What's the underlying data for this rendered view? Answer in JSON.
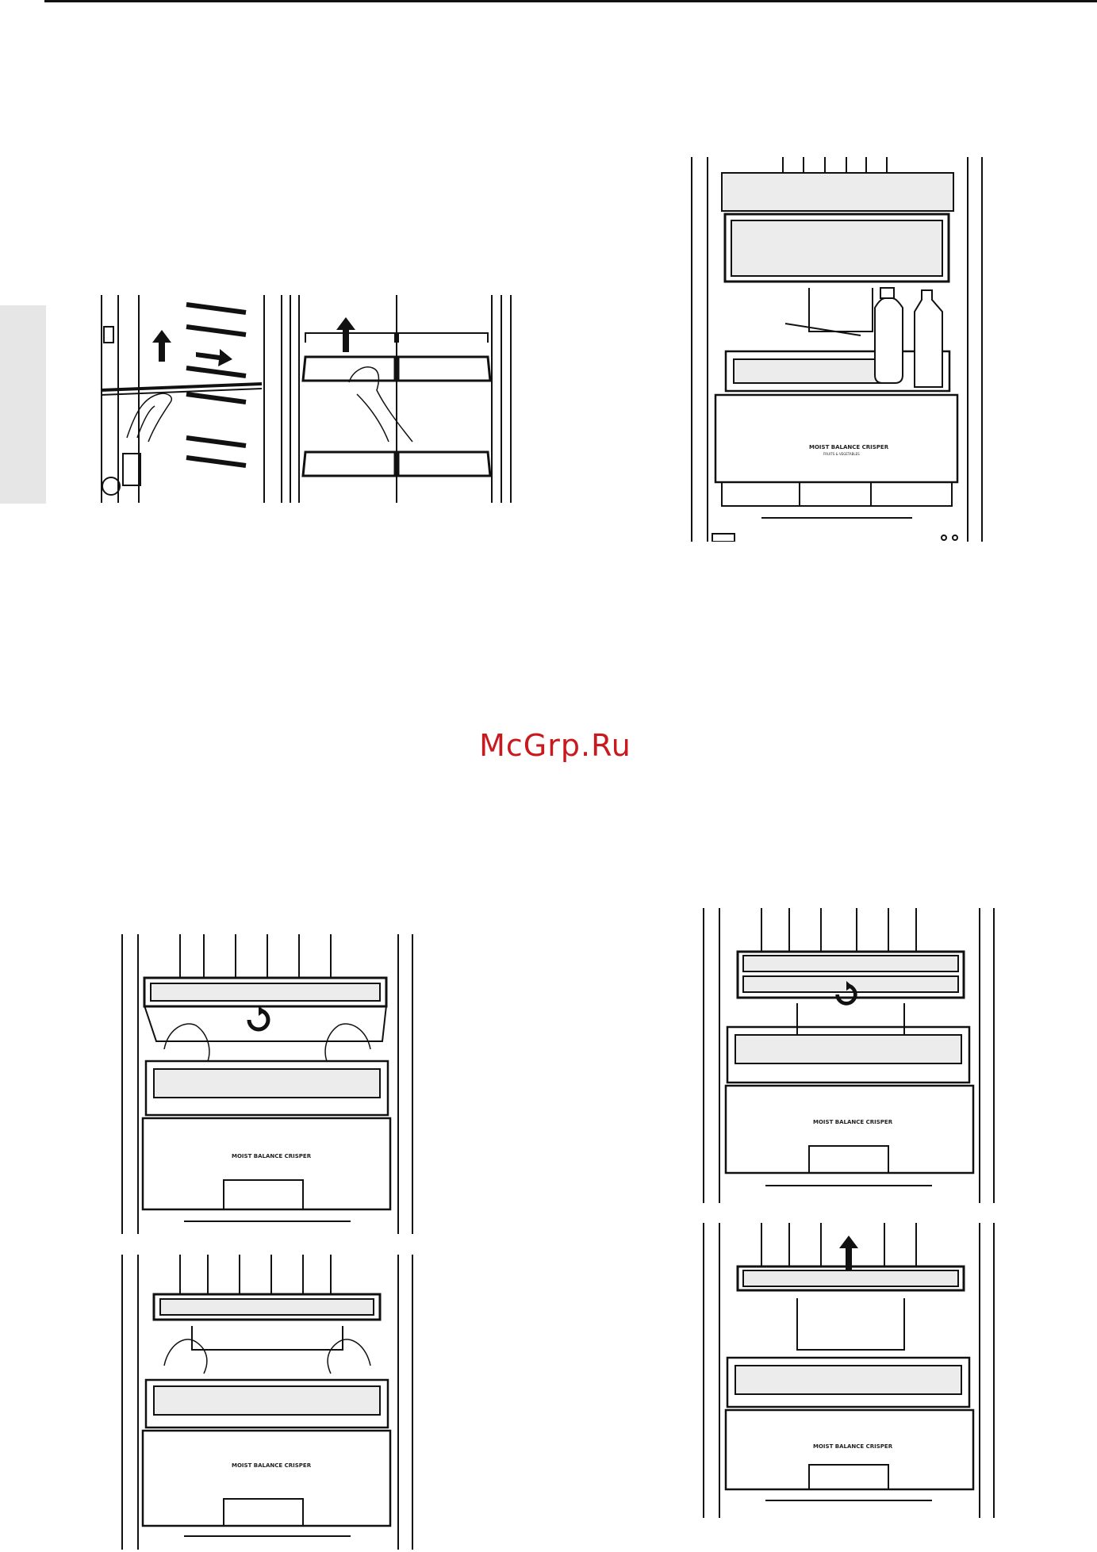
{
  "watermark": "McGrp.Ru",
  "crisper_label": "MOIST BALANCE CRISPER",
  "crisper_sublabel": "FRUITS & VEGETABLES",
  "colors": {
    "watermark": "#c8191e",
    "line": "#111111",
    "panel": "#ececec"
  },
  "figures": [
    {
      "id": "shelf-removal",
      "icon": "up-arrow-icon"
    },
    {
      "id": "door-bin-removal",
      "icon": "up-arrow-icon"
    },
    {
      "id": "fridge-interior-overview"
    },
    {
      "id": "tilt-shelf-with-hands",
      "icon": "rotate-arrow-icon"
    },
    {
      "id": "tilt-shelf-rotate",
      "icon": "rotate-arrow-icon"
    },
    {
      "id": "lift-shelf-with-hands"
    },
    {
      "id": "lift-shelf-out",
      "icon": "up-arrow-icon"
    }
  ]
}
